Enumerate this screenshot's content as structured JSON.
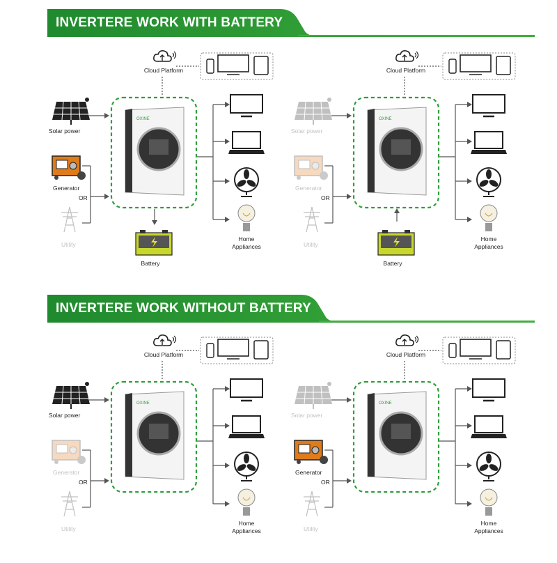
{
  "sections": [
    {
      "title": "INVERTERE WORK WITH BATTERY"
    },
    {
      "title": "INVERTERE WORK WITHOUT BATTERY"
    }
  ],
  "labels": {
    "cloud": "Cloud Platform",
    "solar": "Solar power",
    "generator": "Generator",
    "or": "OR",
    "utility": "Utility",
    "battery": "Battery",
    "home_line1": "Home",
    "home_line2": "Appliances",
    "brand": "OXINE"
  },
  "colors": {
    "accent": "#2e9e3a",
    "dash": "#2e9e3a",
    "line": "#555555"
  },
  "panels": [
    {
      "id": "p1",
      "solar": "active",
      "generator": "active",
      "utility": "faded",
      "battery": "charging"
    },
    {
      "id": "p2",
      "solar": "faded",
      "generator": "faded",
      "utility": "faded",
      "battery": "discharging"
    },
    {
      "id": "p3",
      "solar": "active",
      "generator": "faded",
      "utility": "faded",
      "battery": "none"
    },
    {
      "id": "p4",
      "solar": "faded",
      "generator": "active",
      "utility": "faded",
      "battery": "none"
    }
  ],
  "icons": [
    "cloud-wifi-icon",
    "phone-icon",
    "monitor-icon",
    "tablet-icon",
    "solar-panel-icon",
    "generator-icon",
    "utility-tower-icon",
    "battery-icon",
    "tv-icon",
    "laptop-icon",
    "fan-icon",
    "bulb-icon",
    "inverter-icon"
  ]
}
